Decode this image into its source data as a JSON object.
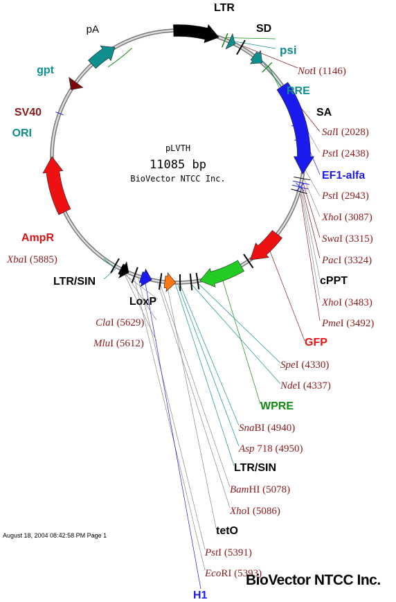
{
  "plasmid": {
    "name": "pLVTH",
    "size": "11085 bp",
    "company": "BioVector NTCC Inc."
  },
  "footer": {
    "date": "August 18, 2004 08:42:58 PM Page 1",
    "brand": "BioVector NTCC Inc."
  },
  "colors": {
    "ltr": "#000000",
    "psi": "#0e8e8e",
    "rre": "#0e8e8e",
    "ef1": "#1a1aee",
    "gfp": "#ee1111",
    "wpre": "#22cc22",
    "h1": "#1a1aee",
    "tet": "#ff7711",
    "amp": "#ee1111",
    "sv40": "#7a0a0a",
    "gpt": "#0e8e8e",
    "siteText": "#8b1a1a",
    "backbone": "#999999"
  },
  "features": [
    {
      "id": "ltr",
      "label": "LTR",
      "color": "#000000"
    },
    {
      "id": "sd",
      "label": "SD",
      "color": "#000000"
    },
    {
      "id": "psi",
      "label": "psi",
      "color": "#0e8e8e"
    },
    {
      "id": "rre",
      "label": "RRE",
      "color": "#0e8e8e"
    },
    {
      "id": "sa",
      "label": "SA",
      "color": "#000000"
    },
    {
      "id": "ef1",
      "label": "EF1-alfa",
      "color": "#1a1aee"
    },
    {
      "id": "cppt",
      "label": "cPPT",
      "color": "#000000"
    },
    {
      "id": "gfp",
      "label": "GFP",
      "color": "#ee1111"
    },
    {
      "id": "wpre",
      "label": "WPRE",
      "color": "#118811"
    },
    {
      "id": "ltrsin",
      "label": "LTR/SIN",
      "color": "#000000"
    },
    {
      "id": "teto",
      "label": "tetO",
      "color": "#000000"
    },
    {
      "id": "h1",
      "label": "H1",
      "color": "#1a1aee"
    },
    {
      "id": "loxp",
      "label": "LoxP",
      "color": "#000000"
    },
    {
      "id": "ltrsin2",
      "label": "LTR/SIN",
      "color": "#000000"
    },
    {
      "id": "ampr",
      "label": "AmpR",
      "color": "#dd1111"
    },
    {
      "id": "ori",
      "label": "ORI",
      "color": "#0e8e8e"
    },
    {
      "id": "sv40",
      "label": "SV40",
      "color": "#8b1a1a"
    },
    {
      "id": "gpt",
      "label": "gpt",
      "color": "#0e8e8e"
    },
    {
      "id": "pa",
      "label": "pA",
      "color": "#000000"
    }
  ],
  "sites": [
    {
      "id": "not1",
      "enzyme": "Not",
      "suffix": "I",
      "pos": "(1146)"
    },
    {
      "id": "sal1",
      "enzyme": "Sal",
      "suffix": "I",
      "pos": "(2028)"
    },
    {
      "id": "pst1a",
      "enzyme": "Pst",
      "suffix": "I",
      "pos": "(2438)"
    },
    {
      "id": "pst1b",
      "enzyme": "Pst",
      "suffix": "I",
      "pos": "(2943)"
    },
    {
      "id": "xho1a",
      "enzyme": "Xho",
      "suffix": "I",
      "pos": "(3087)"
    },
    {
      "id": "swa1",
      "enzyme": "Swa",
      "suffix": "I",
      "pos": "(3315)"
    },
    {
      "id": "pac1",
      "enzyme": "Pac",
      "suffix": "I",
      "pos": "(3324)"
    },
    {
      "id": "xho1b",
      "enzyme": "Xho",
      "suffix": "I",
      "pos": "(3483)"
    },
    {
      "id": "pme1",
      "enzyme": "Pme",
      "suffix": "I",
      "pos": "(3492)"
    },
    {
      "id": "spe1",
      "enzyme": "Spe",
      "suffix": "I",
      "pos": "(4330)"
    },
    {
      "id": "nde1",
      "enzyme": "Nde",
      "suffix": "I",
      "pos": "(4337)"
    },
    {
      "id": "snab1",
      "enzyme": "Sna",
      "suffix": "BI",
      "pos": "(4940)"
    },
    {
      "id": "asp718",
      "enzyme": "Asp",
      "suffix": " 718",
      "pos": "(4950)"
    },
    {
      "id": "bamh1",
      "enzyme": "Bam",
      "suffix": "HI",
      "pos": "(5078)"
    },
    {
      "id": "xho1c",
      "enzyme": "Xho",
      "suffix": "I",
      "pos": "(5086)"
    },
    {
      "id": "pst1c",
      "enzyme": "Pst",
      "suffix": "I",
      "pos": "(5391)"
    },
    {
      "id": "ecor1",
      "enzyme": "Eco",
      "suffix": "RI",
      "pos": "(5393)"
    },
    {
      "id": "cla1",
      "enzyme": "Cla",
      "suffix": "I",
      "pos": "(5629)"
    },
    {
      "id": "mlu1",
      "enzyme": "Mlu",
      "suffix": "I",
      "pos": "(5612)"
    },
    {
      "id": "xba1",
      "enzyme": "Xba",
      "suffix": "I",
      "pos": "(5885)"
    }
  ]
}
